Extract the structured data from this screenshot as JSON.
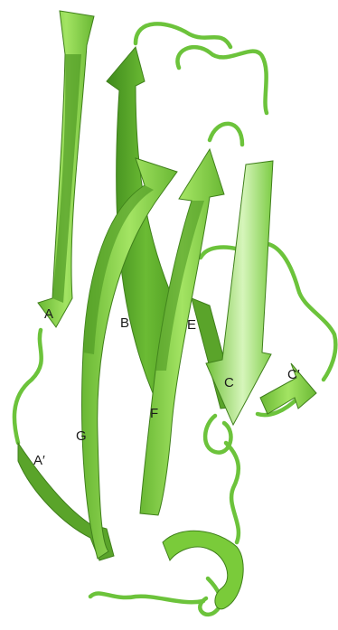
{
  "figure": {
    "strand_labels": {
      "A": "A",
      "A_prime": "A′",
      "B": "B",
      "C": "C",
      "C_prime": "C′",
      "E": "E",
      "F": "F",
      "G": "G"
    },
    "colors": {
      "strand_light": "#9ee05a",
      "strand_mid": "#7acb3a",
      "strand_dark": "#4f9a23",
      "strand_edge": "#3f7f1b",
      "loop": "#6cc33b",
      "highlight": "#cdf1b0"
    }
  }
}
